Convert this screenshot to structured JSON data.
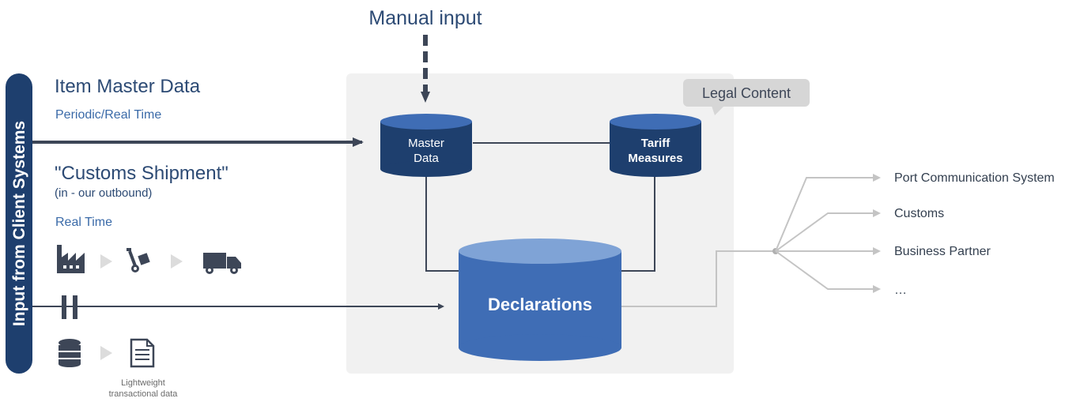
{
  "header": {
    "manual_input": "Manual input"
  },
  "left_panel": {
    "vertical_label": "Input from Client Systems",
    "item_master": {
      "title": "Item Master Data",
      "frequency": "Periodic/Real Time"
    },
    "customs_shipment": {
      "title": "\"Customs Shipment\"",
      "subtitle": "(in - our outbound)",
      "frequency": "Real Time"
    },
    "icons": [
      "factory-icon",
      "hand-truck-icon",
      "delivery-truck-icon",
      "database-icon",
      "document-icon"
    ],
    "lightweight_label_line1": "Lightweight",
    "lightweight_label_line2": "transactional data"
  },
  "system": {
    "legal_content": "Legal Content",
    "master_data_line1": "Master",
    "master_data_line2": "Data",
    "tariff_line1": "Tariff",
    "tariff_line2": "Measures",
    "declarations": "Declarations"
  },
  "outputs": [
    "Port Communication System",
    "Customs",
    "Business Partner",
    "…"
  ],
  "colors": {
    "dark_navy": "#1e3f6e",
    "mid_blue": "#3f6db5",
    "light_blue": "#7fa3d6",
    "text_blue": "#3a6aa8",
    "title_blue": "#2c4a74",
    "panel_gray": "#f1f1f1",
    "connector_gray": "#c4c4c4",
    "arrow_dark": "#3d4657"
  }
}
